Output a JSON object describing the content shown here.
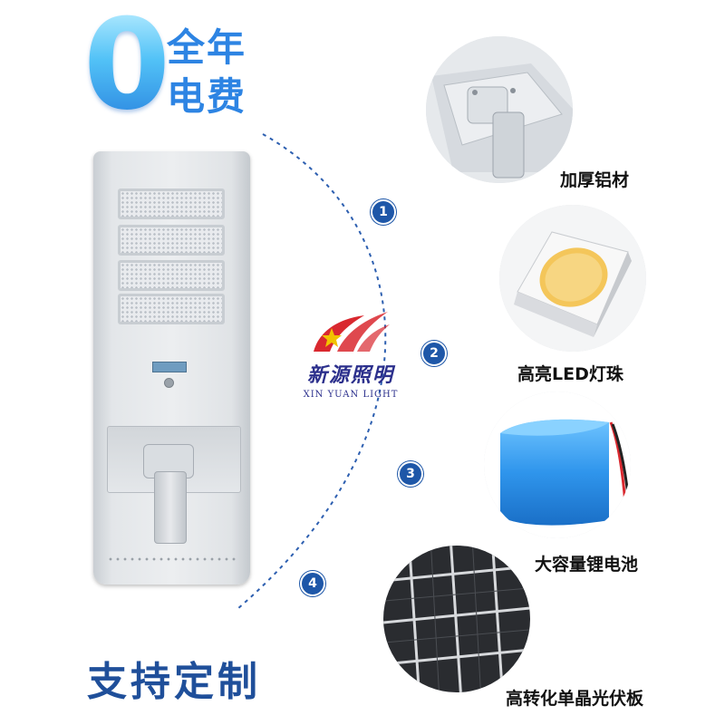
{
  "badge": {
    "zero": "0",
    "line1": "全年",
    "line2": "电费"
  },
  "logo": {
    "name": "新源照明",
    "sub": "XIN YUAN LIGHT"
  },
  "steps": [
    "1",
    "2",
    "3",
    "4"
  ],
  "features": [
    {
      "label": "加厚铝材",
      "icon": "aluminum-bracket-icon"
    },
    {
      "label": "高亮LED灯珠",
      "icon": "led-chip-icon"
    },
    {
      "label": "大容量锂电池",
      "icon": "lithium-battery-icon"
    },
    {
      "label": "高转化单晶光伏板",
      "icon": "solar-panel-icon"
    }
  ],
  "custom": "支持定制",
  "colors": {
    "accent_blue": "#2d84e3",
    "step_blue": "#1e57a8",
    "custom_text": "#1f4f9a",
    "logo_navy": "#2b2f8c",
    "logo_red": "#d9282f"
  }
}
